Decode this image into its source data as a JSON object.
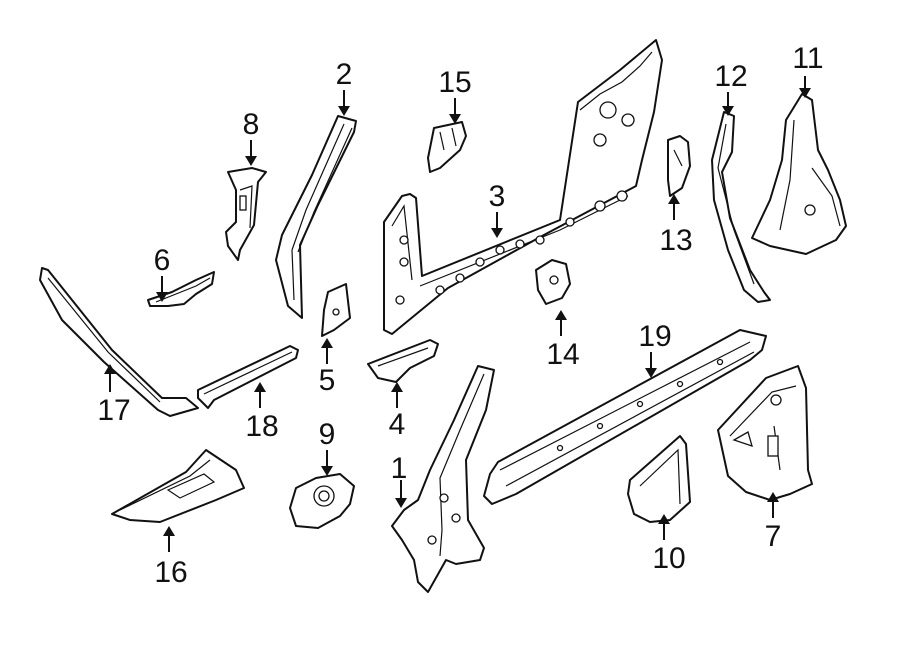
{
  "diagram": {
    "line_color": "#111111",
    "background": "#ffffff",
    "callouts": [
      "1",
      "2",
      "3",
      "4",
      "5",
      "6",
      "7",
      "8",
      "9",
      "10",
      "11",
      "12",
      "13",
      "14",
      "15",
      "16",
      "17",
      "18",
      "19"
    ]
  }
}
